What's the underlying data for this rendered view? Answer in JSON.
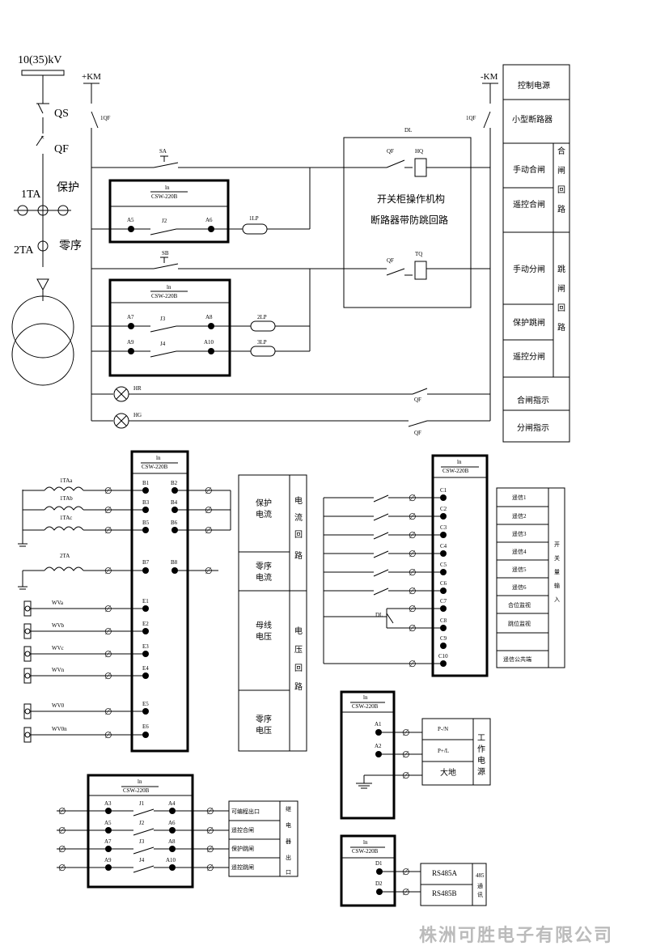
{
  "source": {
    "voltage": "10(35)kV",
    "qs": "QS",
    "qf": "QF",
    "ta1": "1TA",
    "ta1_label": "保护",
    "ta2": "2TA",
    "ta2_label": "零序"
  },
  "bus": {
    "pos": "+KM",
    "neg": "-KM",
    "breaker_left": "1QF",
    "breaker_right": "1QF"
  },
  "control": {
    "dl": "DL",
    "sa": "SA",
    "sb": "SB",
    "unit": "ln",
    "model": "CSW-220B",
    "a5": "A5",
    "a6": "A6",
    "j2": "J2",
    "a7": "A7",
    "a8": "A8",
    "j3": "J3",
    "a9": "A9",
    "a10": "A10",
    "j4": "J4",
    "lp1": "1LP",
    "lp2": "2LP",
    "lp3": "3LP",
    "qf": "QF",
    "hq": "HQ",
    "tq": "TQ",
    "hr": "HR",
    "hg": "HG",
    "mech_line1": "开关柜操作机构",
    "mech_line2": "断路器带防跳回路"
  },
  "legend": {
    "ctrl_power": "控制电源",
    "mcb": "小型断路器",
    "manual_close": "手动合闸",
    "remote_close": "遥控合闸",
    "close_group": [
      "合",
      "闸",
      "回",
      "路"
    ],
    "manual_trip": "手动分闸",
    "protect_trip": "保护跳闸",
    "remote_trip": "遥控分闸",
    "trip_group": [
      "跳",
      "闸",
      "回",
      "路"
    ],
    "close_ind": "合闸指示",
    "open_ind": "分闸指示"
  },
  "analog": {
    "unit": "ln",
    "model": "CSW-220B",
    "ta_a": "1TAa",
    "ta_b": "1TAb",
    "ta_c": "1TAc",
    "ta2": "2TA",
    "b_left": [
      "B1",
      "B3",
      "B5",
      "B7"
    ],
    "b_right": [
      "B2",
      "B4",
      "B6",
      "B8"
    ],
    "e_terms": [
      "E1",
      "E2",
      "E3",
      "E4",
      "E5",
      "E6"
    ],
    "v_labels": [
      "WVa",
      "WVb",
      "WVc",
      "WVn",
      "WV0",
      "WV0n"
    ],
    "prot_current": [
      "保护",
      "电流"
    ],
    "zero_current": [
      "零序",
      "电流"
    ],
    "current_group": [
      "电",
      "流",
      "回",
      "路"
    ],
    "bus_voltage": [
      "母线",
      "电压"
    ],
    "zero_voltage": [
      "零序",
      "电压"
    ],
    "voltage_group": [
      "电",
      "压",
      "回",
      "路"
    ]
  },
  "binary": {
    "unit": "ln",
    "model": "CSW-220B",
    "dl": "DL",
    "c_terms": [
      "C1",
      "C2",
      "C3",
      "C4",
      "C5",
      "C6",
      "C7",
      "C8",
      "C9",
      "C10"
    ],
    "signals": [
      "遥信1",
      "遥信2",
      "遥信3",
      "遥信4",
      "遥信5",
      "遥信6",
      "合位监视",
      "跳位监视",
      "",
      "遥信公共端"
    ],
    "group": [
      "开",
      "关",
      "量",
      "输",
      "入"
    ]
  },
  "power": {
    "unit": "ln",
    "model": "CSW-220B",
    "a1": "A1",
    "a2": "A2",
    "pn": "P-/N",
    "pl": "P+/L",
    "ground": "大地",
    "group": [
      "工",
      "作",
      "电",
      "源"
    ]
  },
  "relay": {
    "unit": "ln",
    "model": "CSW-220B",
    "rows": [
      {
        "l": "A3",
        "j": "J1",
        "r": "A4",
        "label": "可编程出口"
      },
      {
        "l": "A5",
        "j": "J2",
        "r": "A6",
        "label": "遥控合闸"
      },
      {
        "l": "A7",
        "j": "J3",
        "r": "A8",
        "label": "保护跳闸"
      },
      {
        "l": "A9",
        "j": "J4",
        "r": "A10",
        "label": "遥控跳闸"
      }
    ],
    "group": [
      "继",
      "电",
      "器",
      "出",
      "口"
    ]
  },
  "comm": {
    "unit": "ln",
    "model": "CSW-220B",
    "d1": "D1",
    "d2": "D2",
    "rs485a": "RS485A",
    "rs485b": "RS485B",
    "group": [
      "485",
      "通",
      "讯"
    ]
  },
  "footer": "株洲可胜电子有限公司"
}
